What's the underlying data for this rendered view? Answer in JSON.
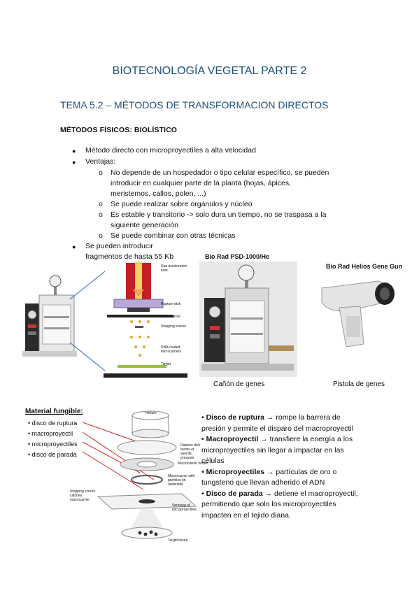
{
  "title": "BIOTECNOLOGÍA VEGETAL PARTE 2",
  "subtitle": "TEMA 5.2 – MÉTODOS DE TRANSFORMACION DIRECTOS",
  "section_heading": "MÉTODOS FÍSICOS: BIOLÍSTICO",
  "bullets": {
    "b1": "Método directo con microproyectiles a alta velocidad",
    "b2": "Ventajas:",
    "sub1_line1": "No depende de un hospedador o tipo celular específico, se pueden",
    "sub1_line2": "introducir en cualquier parte de la planta (hojas, ápices,",
    "sub1_line3": "meristemos, callos, polen, ...)",
    "sub2": "Se puede realizar sobre orgánulos y núcleo",
    "sub3_line1": "Es estable y transitorio -> solo dura un tiempo, no se traspasa a la",
    "sub3_line2": "siguiente generación",
    "sub4": "Se puede combinar con otras técnicas",
    "b3_line1": "Se pueden introducir",
    "b3_line2": "fragmentos de hasta 55 Kb"
  },
  "figure1": {
    "label_gas": "Gas acceleration tube",
    "label_rupture": "Rupture disk",
    "label_macro": "Macrocarrier",
    "label_stopping": "Stopping screen",
    "label_dna": "DNA-coated microcarriers",
    "label_target": "Target",
    "psd_label": "Bio Rad PSD-1000/He",
    "helios_label": "Bio Rad Helios Gene Gun",
    "canon_caption": "Cañón de genes",
    "pistola_caption": "Pistola de genes"
  },
  "material": {
    "title": "Material fungible:",
    "items": [
      "disco de ruptura",
      "macroproyectil",
      "microproyectiles",
      "disco de parada"
    ],
    "diag_labels": {
      "helium": "Helium",
      "rupture": "Rupture disk bursts at specific pressure",
      "macro_holder": "Macrocarrier holder",
      "macro": "Macrocarrier with particles on underside",
      "stopping": "Stopping screen catches macrocarrier",
      "spraying": "Spraying of microprojectiles",
      "target": "Target tissue"
    }
  },
  "descriptions": [
    {
      "term": "Disco de ruptura",
      "text": " → rompe la barrera de presión y permite el disparo del macroproyectil"
    },
    {
      "term": "Macroproyectil",
      "text": " → transfiere la energía a los microproyectiles sin llegar a impactar en las células"
    },
    {
      "term": "Microproyectiles",
      "text": " → partículas de oro o tungsteno que llevan adherido el ADN"
    },
    {
      "term": "Disco de parada",
      "text": " → detiene el macroproyectil, permitiendo que solo los microproyectiles impacten en el tejido diana."
    }
  ],
  "colors": {
    "heading": "#1f4e79",
    "arrow_red": "#d62020",
    "arrow_blue": "#4a7fc0"
  }
}
